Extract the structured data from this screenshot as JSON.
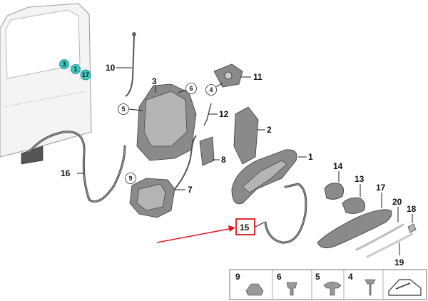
{
  "callouts": {
    "c1": "1",
    "c2": "2",
    "c3": "3",
    "c4": "4",
    "c5": "5",
    "c6": "6",
    "c7": "7",
    "c8": "8",
    "c9": "9",
    "c10": "10",
    "c11": "11",
    "c12": "12",
    "c13": "13",
    "c14": "14",
    "c15": "15",
    "c16": "16",
    "c17": "17",
    "c18": "18",
    "c19": "19",
    "c20": "20",
    "circ_a": "4",
    "circ_b": "6",
    "circ_c": "5",
    "circ_d": "9"
  },
  "door_markers": [
    "3",
    "1",
    "17"
  ],
  "hardware": [
    "9",
    "6",
    "5",
    "4"
  ],
  "colors": {
    "highlight": "#e0141c",
    "marker": "#3cc8c0"
  }
}
